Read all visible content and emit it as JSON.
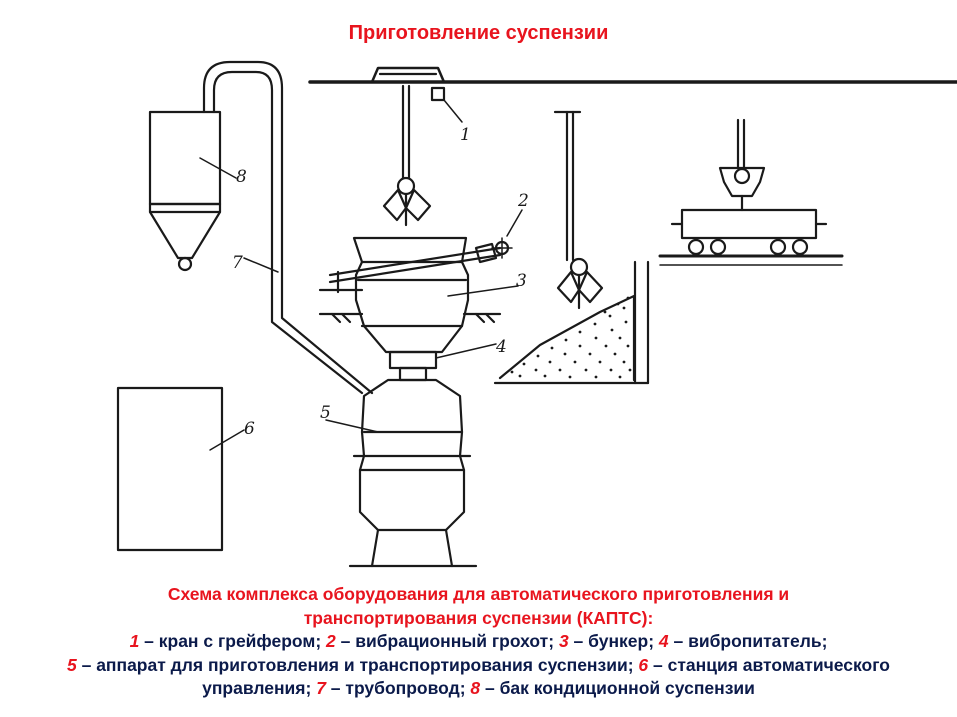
{
  "title": "Приготовление суспензии",
  "diagram": {
    "callouts": [
      "1",
      "2",
      "3",
      "4",
      "5",
      "6",
      "7",
      "8"
    ]
  },
  "caption": {
    "title_line1": "Схема комплекса оборудования для автоматического приготовления и",
    "title_line2": "транспортирования суспензии (КАПТС):",
    "legend": [
      {
        "num": "1",
        "text": " – кран с грейфером; "
      },
      {
        "num": "2",
        "text": " – вибрационный грохот; "
      },
      {
        "num": "3",
        "text": " – бункер; "
      },
      {
        "num": "4",
        "text": " – вибропитатель;"
      },
      {
        "num": "5",
        "text": " – аппарат для приготовления и транспортирования суспензии; "
      },
      {
        "num": "6",
        "text": " – станция автоматического управления; "
      },
      {
        "num": "7",
        "text": " – трубопровод; "
      },
      {
        "num": "8",
        "text": " – бак кондиционной суспензии"
      }
    ]
  },
  "colors": {
    "accent_red": "#e8141e",
    "text_navy": "#0b1a4a",
    "line": "#1a1a1a"
  }
}
